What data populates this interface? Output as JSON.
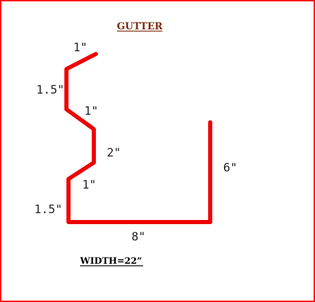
{
  "title": "GUTTER",
  "width_label": "WIDTH=22”",
  "colors": {
    "frame": "#ff0000",
    "profile": "#ee0000",
    "title": "#7a2e0e",
    "text": "#222222"
  },
  "dimensions": {
    "top_lip": "1\"",
    "upper_vertical": "1.5\"",
    "upper_diagonal": "1\"",
    "middle_vertical": "2\"",
    "lower_diagonal": "1\"",
    "lower_vertical": "1.5\"",
    "bottom": "8\"",
    "back": "6\""
  }
}
